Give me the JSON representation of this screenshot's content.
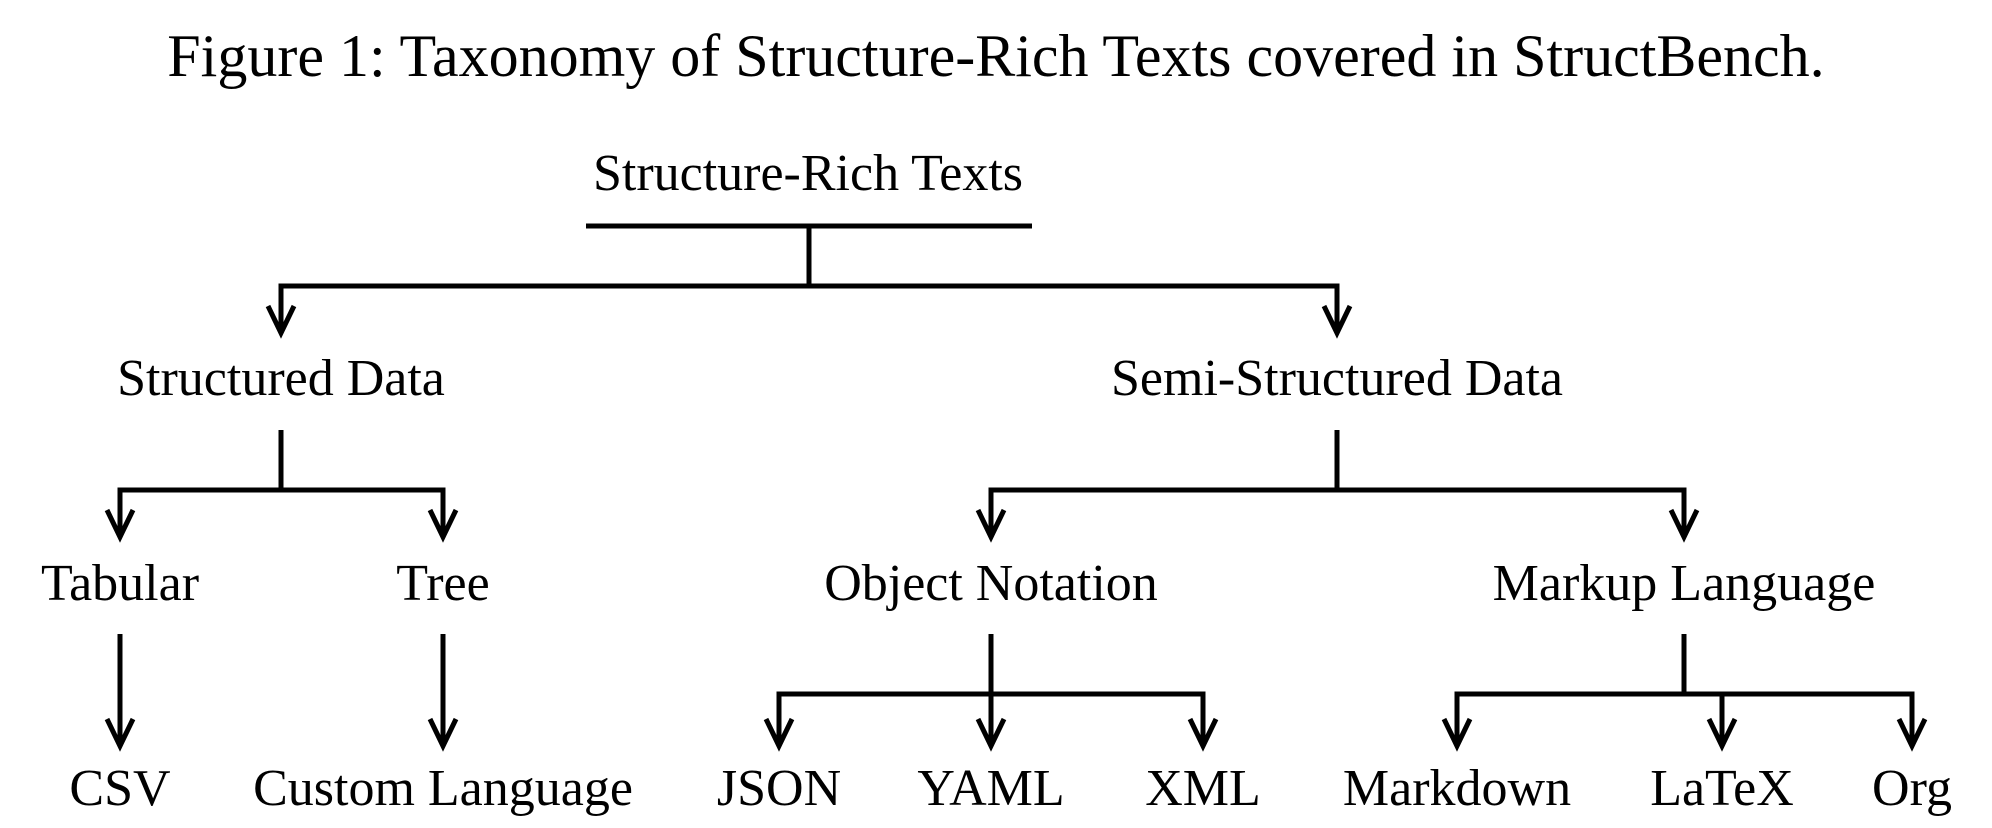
{
  "caption": "Figure 1: Taxonomy of Structure-Rich Texts covered in StructBench.",
  "tree": {
    "root": "Structure-Rich Texts",
    "level1": {
      "structured": "Structured Data",
      "semi_structured": "Semi-Structured Data"
    },
    "level2": {
      "tabular": "Tabular",
      "tree": "Tree",
      "object_notation": "Object Notation",
      "markup_language": "Markup Language"
    },
    "level3": {
      "csv": "CSV",
      "custom_language": "Custom Language",
      "json": "JSON",
      "yaml": "YAML",
      "xml": "XML",
      "markdown": "Markdown",
      "latex": "LaTeX",
      "org": "Org"
    }
  }
}
